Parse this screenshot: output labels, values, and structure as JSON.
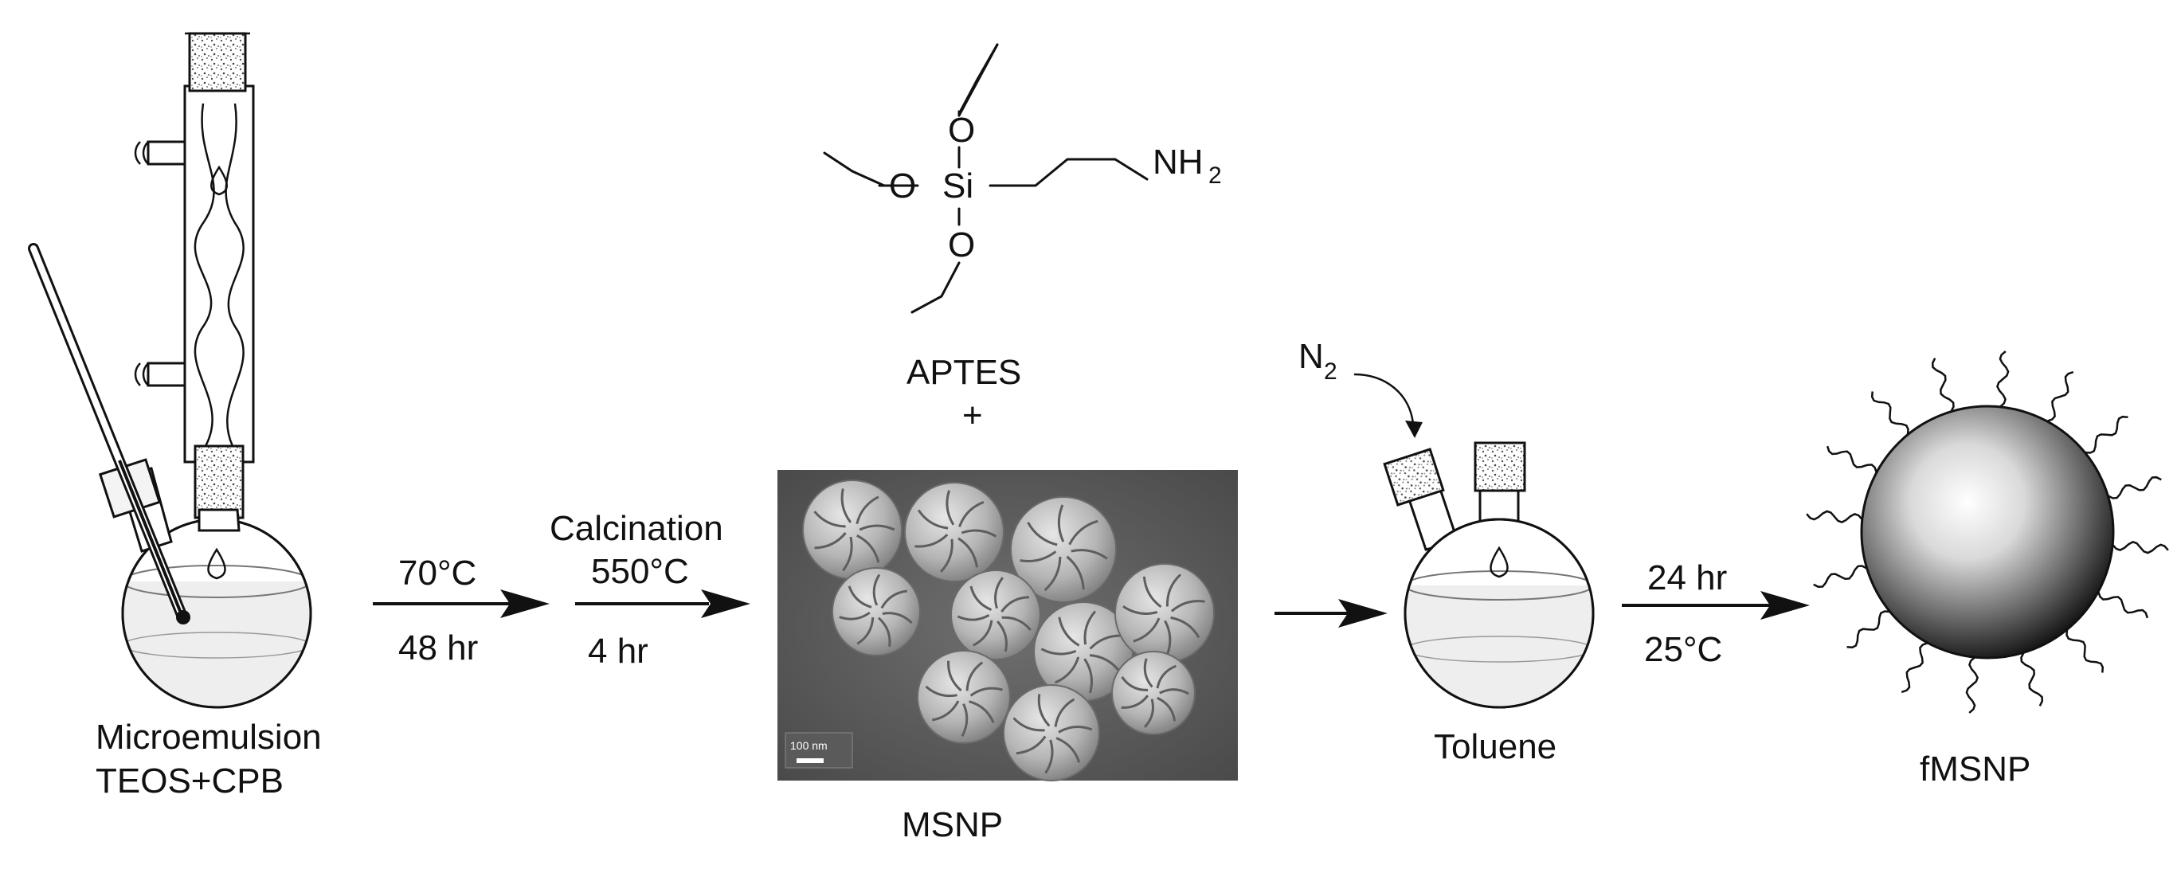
{
  "step1": {
    "label_line1": "Microemulsion",
    "label_line2": "TEOS+CPB"
  },
  "arrow1": {
    "top": "70°C",
    "bottom": "48 hr"
  },
  "arrow2": {
    "above": "Calcination",
    "top": "550°C",
    "bottom": "4 hr"
  },
  "reagent": {
    "atoms": {
      "oxygen": "O",
      "silicon": "Si",
      "amine": "NH",
      "amine_sub": "2"
    },
    "name": "APTES",
    "plus": "+"
  },
  "msnp": {
    "label": "MSNP",
    "scale_bar": "100 nm"
  },
  "step3": {
    "gas": "N",
    "gas_sub": "2",
    "solvent": "Toluene"
  },
  "arrow4": {
    "top": "24 hr",
    "bottom": "25°C"
  },
  "product": {
    "label": "fMSNP"
  }
}
